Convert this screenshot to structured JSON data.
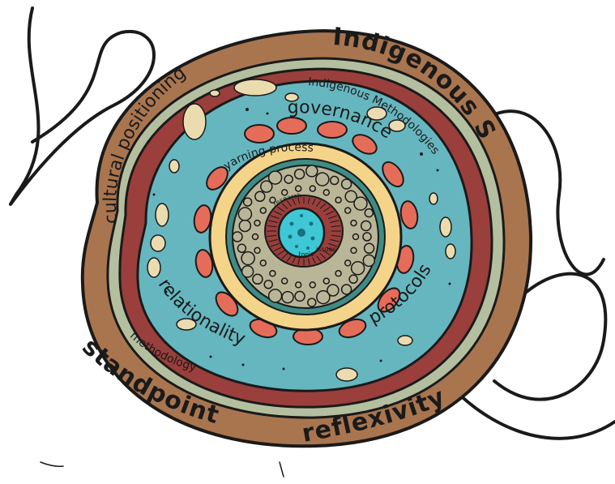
{
  "colors": {
    "outer_brown": "#a9754f",
    "sage": "#b4bfa0",
    "maroon": "#9a3f3c",
    "teal": "#66b6bf",
    "cream": "#ebdcb0",
    "coral": "#e66c5a",
    "yellow": "#f4d489",
    "core_grey": "#b9b597",
    "core_teal": "#3fc7d6",
    "ink": "#1a1a1a"
  },
  "labels": {
    "cultural_positioning": "cultural positioning",
    "indigenous_standpoint": "Indigenous Standpoint",
    "indigenous_methodologies": "Indigenous Methodologies",
    "governance": "governance",
    "yarning_process": "yarning process",
    "relationality": "relationality",
    "protocols": "protocols",
    "methodology": "methodology",
    "standpoint": "standpoint",
    "reflexivity": "reflexivity",
    "research": "research",
    "topic": "topic",
    "issues": "issues"
  }
}
